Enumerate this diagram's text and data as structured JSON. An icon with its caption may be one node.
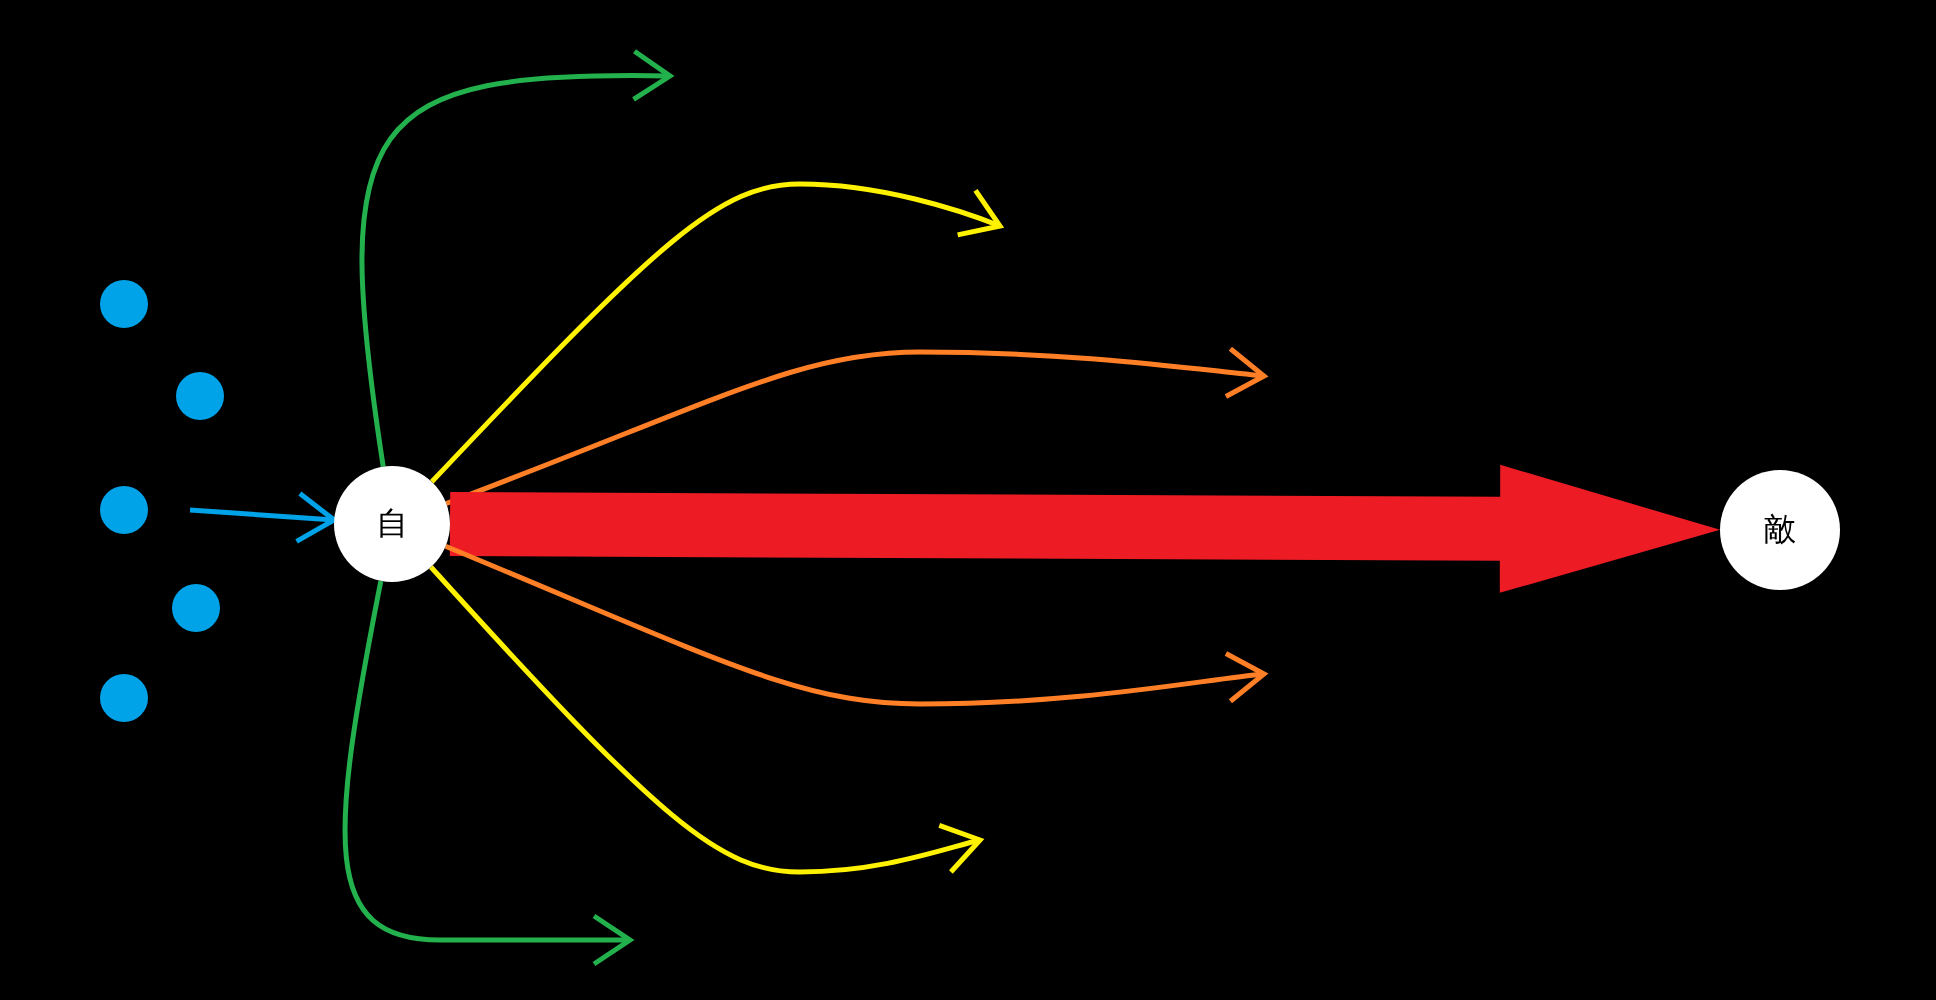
{
  "diagram": {
    "nodes": [
      {
        "text": [
          "自"
        ]
      },
      {
        "text": [
          "敵"
        ]
      },
      {
        "text": [],
        "shape": "circle"
      },
      {
        "text": [],
        "shape": "circle"
      },
      {
        "text": [],
        "shape": "circle"
      },
      {
        "text": [],
        "shape": "circle"
      },
      {
        "text": [],
        "shape": "circle"
      }
    ],
    "edges": [
      {
        "from": null,
        "to": 0,
        "arrow": "to",
        "color": "#00a2e8"
      },
      {
        "from": 0,
        "to": null,
        "arrow": "to",
        "color": "#22b14c"
      },
      {
        "from": 0,
        "to": null,
        "arrow": "to",
        "color": "#fff200"
      },
      {
        "from": 0,
        "to": null,
        "arrow": "to",
        "color": "#ff7f27"
      },
      {
        "from": 0,
        "to": 1,
        "arrow": "to",
        "style": "thick",
        "color": "#ed1c24"
      },
      {
        "from": 0,
        "to": null,
        "arrow": "to",
        "color": "#ff7f27"
      },
      {
        "from": 0,
        "to": null,
        "arrow": "to",
        "color": "#fff200"
      },
      {
        "from": 0,
        "to": null,
        "arrow": "to",
        "color": "#22b14c"
      }
    ]
  }
}
